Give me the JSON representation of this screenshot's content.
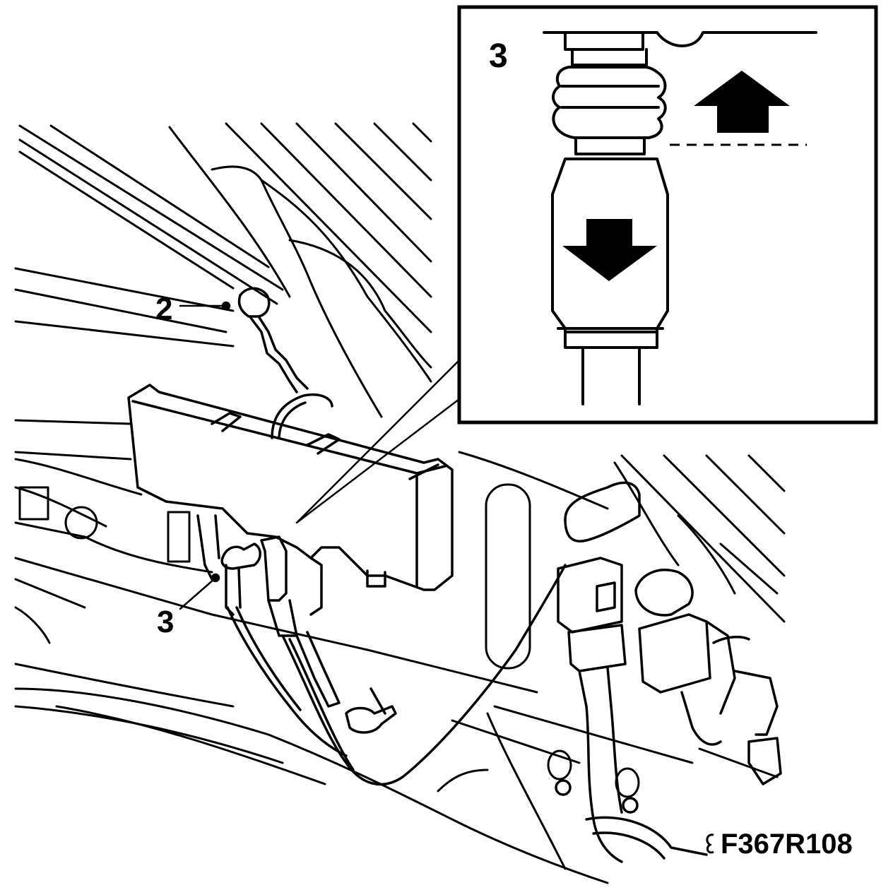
{
  "callouts": {
    "clip": "2",
    "connector": "3",
    "detail": "3"
  },
  "figure_code": "F367R108",
  "colors": {
    "ink": "#000000",
    "paper": "#ffffff"
  }
}
